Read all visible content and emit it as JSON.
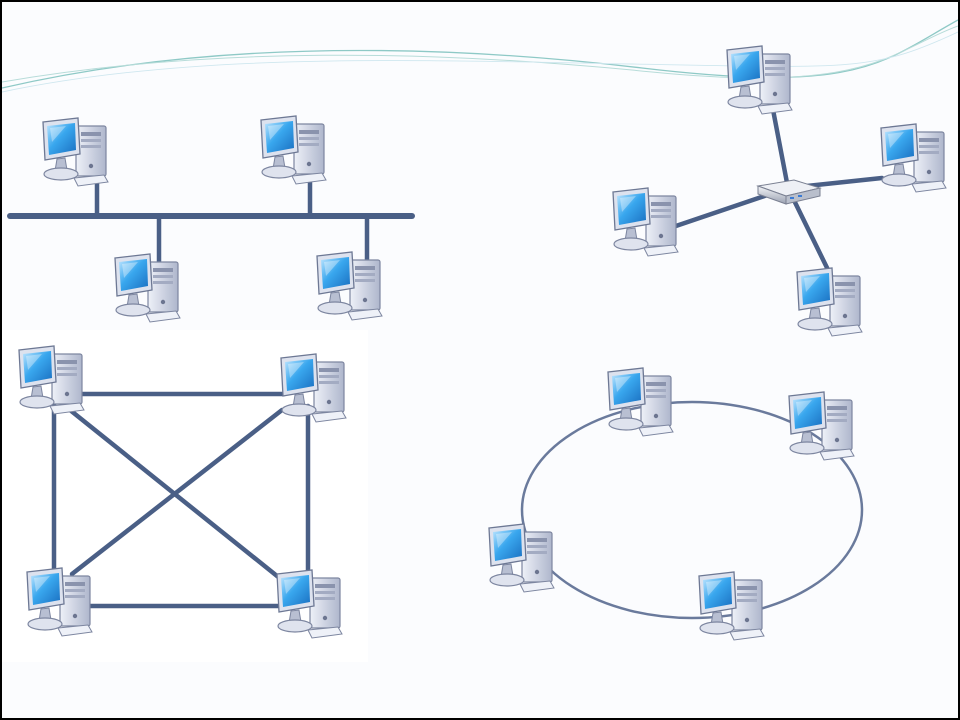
{
  "slide": {
    "background": "#fbfcfe",
    "frame_color": "#000000",
    "wave_colors": [
      "#8ec9c6",
      "#b7dcd9",
      "#cfe7ef"
    ]
  },
  "diagrams": [
    {
      "topology": "bus",
      "nodes": 4,
      "icon": "desktop-computer-icon"
    },
    {
      "topology": "star",
      "nodes": 4,
      "hub_icon": "network-hub-icon",
      "icon": "desktop-computer-icon"
    },
    {
      "topology": "mesh",
      "nodes": 4,
      "icon": "desktop-computer-icon"
    },
    {
      "topology": "ring",
      "nodes": 4,
      "icon": "desktop-computer-icon"
    }
  ],
  "colors": {
    "link": "#4a5f86",
    "ring": "#6a7a9c",
    "screen": "#39a7ee",
    "case": "#c9cfdf"
  }
}
